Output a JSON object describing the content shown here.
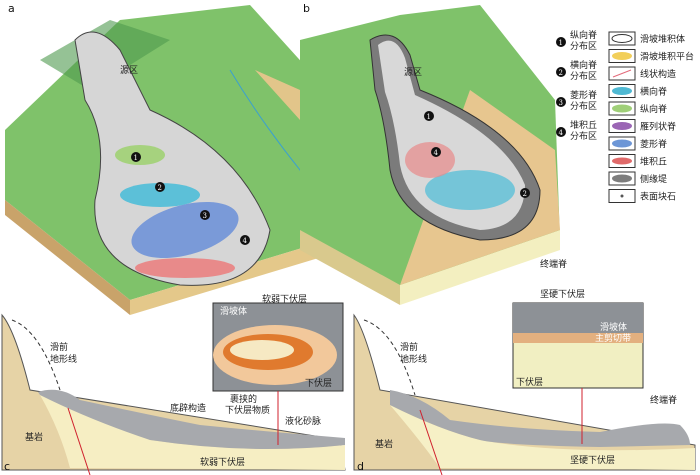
{
  "panels": {
    "a": "a",
    "b": "b",
    "c": "c",
    "d": "d"
  },
  "block_a": {
    "source": "源区",
    "substrate": "软弱下伏层",
    "zones": [
      "1",
      "2",
      "3",
      "4"
    ]
  },
  "block_b": {
    "source": "源区",
    "substrate": "坚硬下伏层",
    "terminal_ridge": "终端脊",
    "zones": [
      "1",
      "4",
      "2"
    ]
  },
  "zone_legend": [
    {
      "num": "1",
      "line1": "纵向脊",
      "line2": "分布区"
    },
    {
      "num": "2",
      "line1": "横向脊",
      "line2": "分布区"
    },
    {
      "num": "3",
      "line1": "菱形脊",
      "line2": "分布区"
    },
    {
      "num": "4",
      "line1": "堆积丘",
      "line2": "分布区"
    }
  ],
  "symbol_legend": [
    {
      "label": "滑坡堆积体",
      "color": "#ffffff"
    },
    {
      "label": "滑坡堆积平台",
      "color": "#f2cf5a"
    },
    {
      "label": "线状构造",
      "color": "#e36a7a"
    },
    {
      "label": "横向脊",
      "color": "#4fb9d3"
    },
    {
      "label": "纵向脊",
      "color": "#9fcf78"
    },
    {
      "label": "雁列状脊",
      "color": "#9b66b5"
    },
    {
      "label": "菱形脊",
      "color": "#6d96d6"
    },
    {
      "label": "堆积丘",
      "color": "#e06a6a"
    },
    {
      "label": "侧缘堤",
      "color": "#7d7d7d"
    },
    {
      "label": "表面块石",
      "color": "#555555"
    }
  ],
  "section_c": {
    "pre_slide": [
      "滑前",
      "地形线"
    ],
    "bedrock": "基岩",
    "substrate": "软弱下伏层",
    "basal": "底辟构造",
    "entrained": [
      "裹挟的",
      "下伏层物质"
    ],
    "liquefied": "液化砂脉",
    "inset_top": "滑坡体",
    "inset_bottom": "下伏层"
  },
  "section_d": {
    "pre_slide": [
      "滑前",
      "地形线"
    ],
    "bedrock": "基岩",
    "substrate": "坚硬下伏层",
    "terminal": "终端脊",
    "inset_top": "滑坡体",
    "inset_mid": "主剪切带",
    "inset_bottom": "下伏层"
  }
}
